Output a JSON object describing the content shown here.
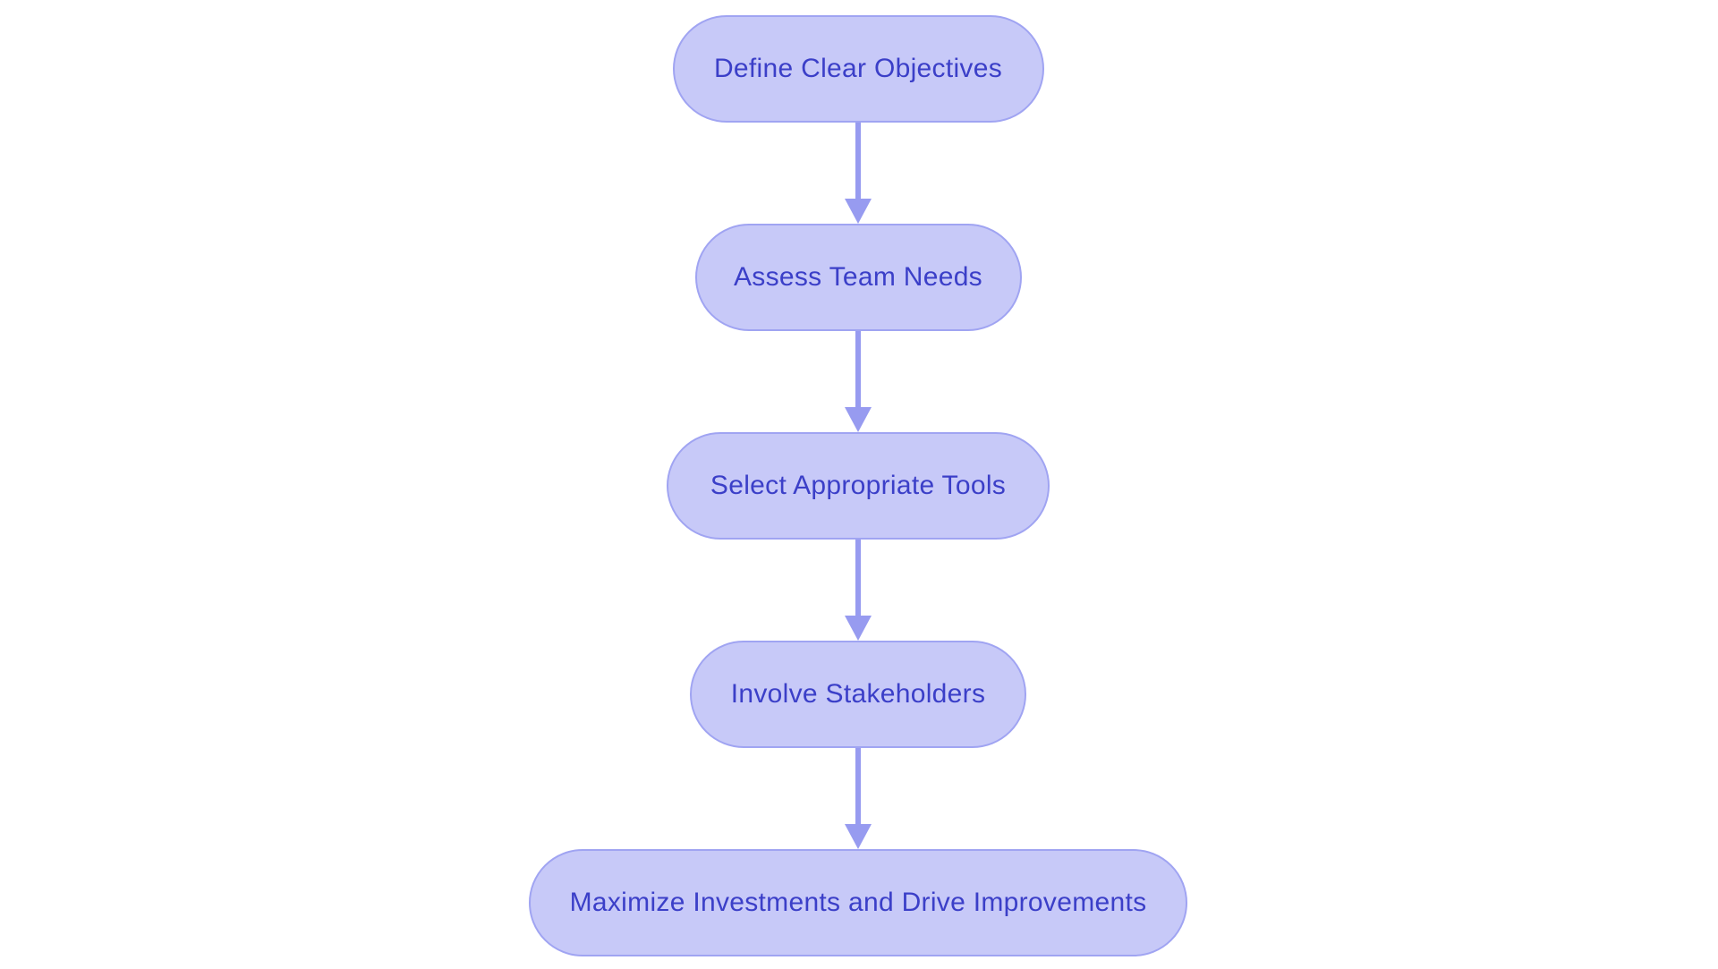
{
  "diagram": {
    "type": "flowchart",
    "direction": "top-down",
    "background": "#ffffff",
    "colors": {
      "node_fill": "#c7c9f8",
      "node_border": "#a0a4f2",
      "node_text": "#3b3fc8",
      "arrow": "#979bf0"
    },
    "nodes": [
      {
        "id": "define-clear-objectives",
        "label": "Define Clear Objectives"
      },
      {
        "id": "assess-team-needs",
        "label": "Assess Team Needs"
      },
      {
        "id": "select-appropriate-tools",
        "label": "Select Appropriate Tools"
      },
      {
        "id": "involve-stakeholders",
        "label": "Involve Stakeholders"
      },
      {
        "id": "maximize-investments",
        "label": "Maximize Investments and Drive Improvements"
      }
    ],
    "edges": [
      {
        "from": "define-clear-objectives",
        "to": "assess-team-needs"
      },
      {
        "from": "assess-team-needs",
        "to": "select-appropriate-tools"
      },
      {
        "from": "select-appropriate-tools",
        "to": "involve-stakeholders"
      },
      {
        "from": "involve-stakeholders",
        "to": "maximize-investments"
      }
    ]
  }
}
